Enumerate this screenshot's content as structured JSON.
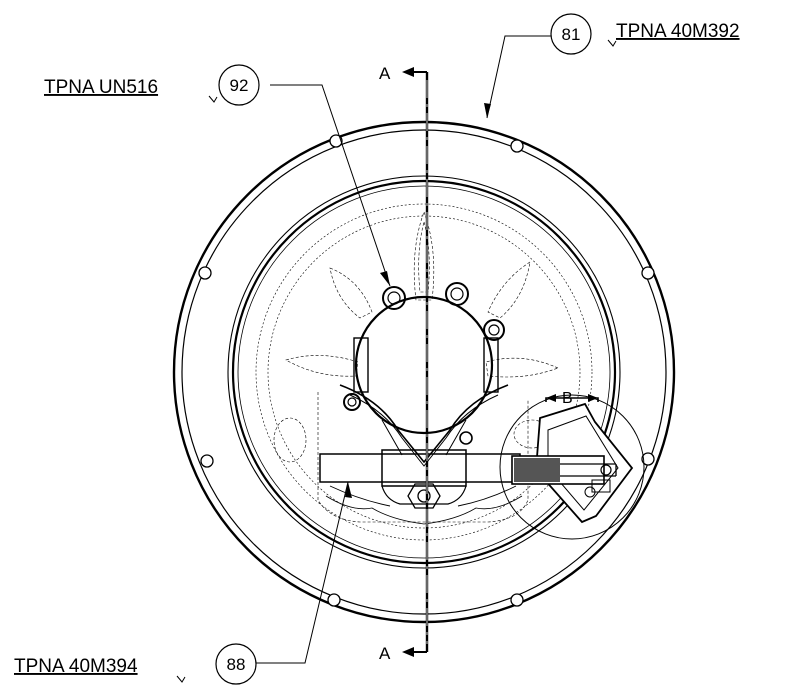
{
  "callouts": [
    {
      "balloon": "81",
      "part": "TPNA 40M392"
    },
    {
      "balloon": "92",
      "part": "TPNA UN516"
    },
    {
      "balloon": "88",
      "part": "TPNA 40M394"
    }
  ],
  "section": {
    "letter": "A"
  },
  "detail": {
    "letter": "B"
  },
  "colors": {
    "line": "#000000",
    "hatch": "#555555",
    "background": "#ffffff"
  }
}
